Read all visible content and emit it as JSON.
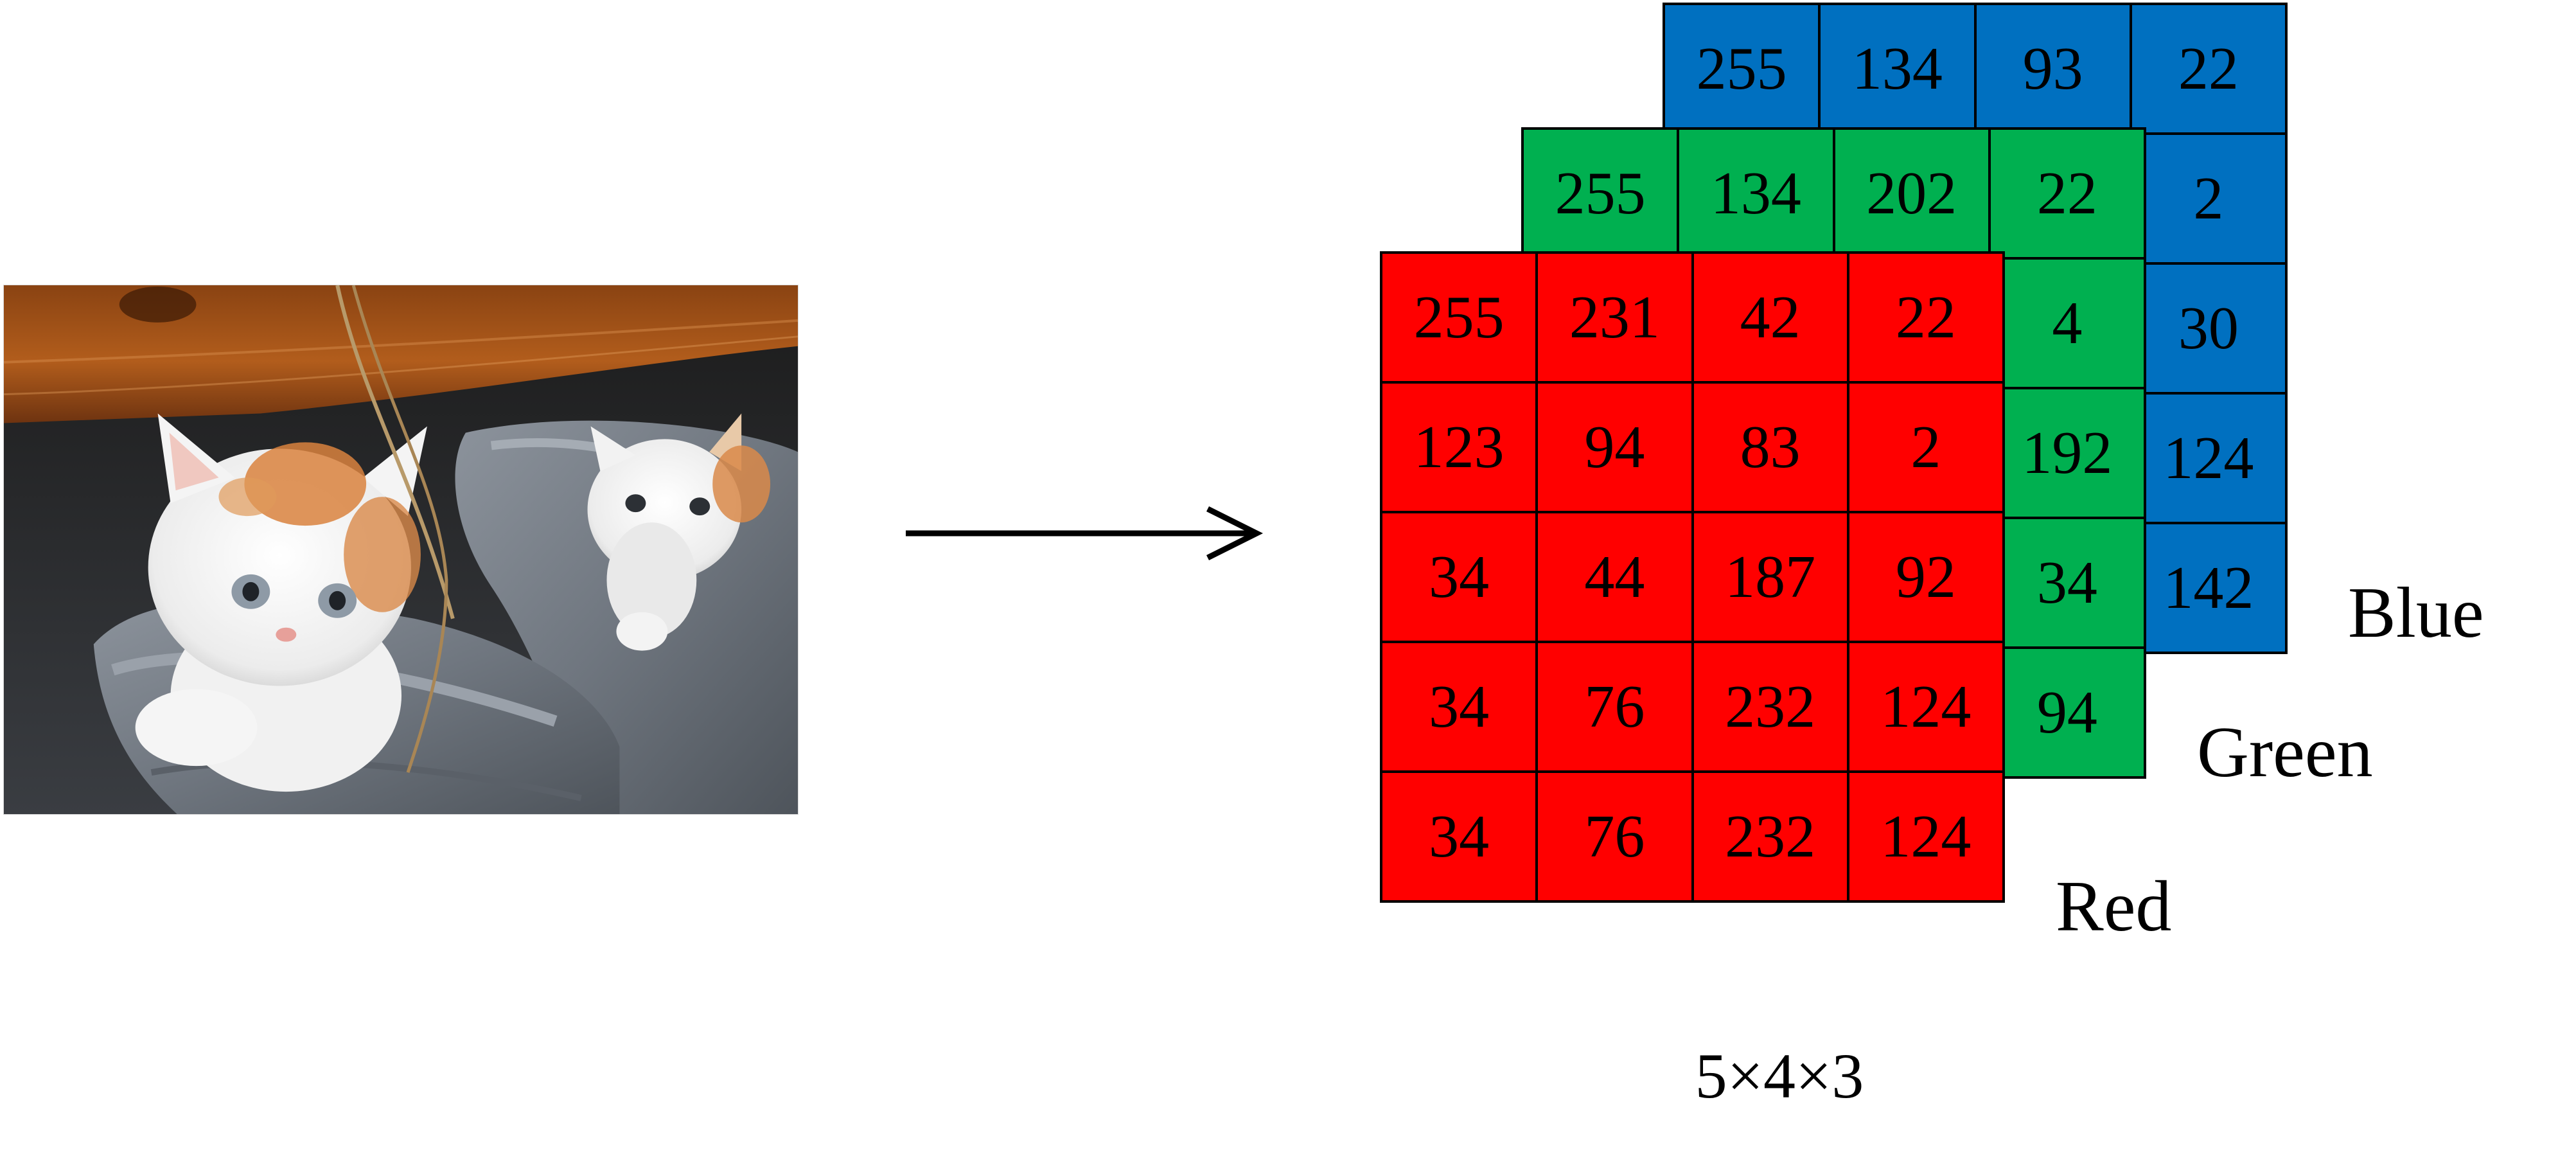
{
  "image": {
    "subject": "two white-and-orange kittens sitting inside grey shoes under a wooden shelf"
  },
  "arrow": {
    "direction": "right",
    "color": "#000000"
  },
  "layers": {
    "blue": {
      "label": "Blue",
      "color": "#0070C0",
      "rows": [
        [
          "255",
          "134",
          "93",
          "22"
        ],
        [
          "",
          "",
          "",
          "2"
        ],
        [
          "",
          "",
          "",
          "30"
        ],
        [
          "",
          "",
          "",
          "124"
        ],
        [
          "",
          "",
          "",
          "142"
        ]
      ]
    },
    "green": {
      "label": "Green",
      "color": "#00B050",
      "rows": [
        [
          "255",
          "134",
          "202",
          "22"
        ],
        [
          "",
          "",
          "",
          "4"
        ],
        [
          "",
          "",
          "",
          "192"
        ],
        [
          "",
          "",
          "",
          "34"
        ],
        [
          "",
          "",
          "",
          "94"
        ]
      ]
    },
    "red": {
      "label": "Red",
      "color": "#FF0000",
      "rows": [
        [
          "255",
          "231",
          "42",
          "22"
        ],
        [
          "123",
          "94",
          "83",
          "2"
        ],
        [
          "34",
          "44",
          "187",
          "92"
        ],
        [
          "34",
          "76",
          "232",
          "124"
        ],
        [
          "34",
          "76",
          "232",
          "124"
        ]
      ]
    }
  },
  "dimensions": "5×4×3"
}
